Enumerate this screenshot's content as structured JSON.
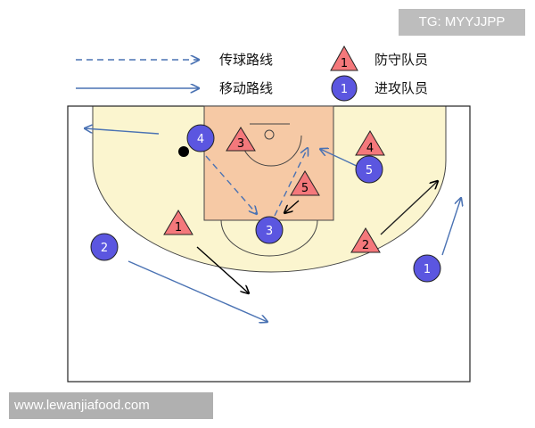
{
  "header_tag": "TG: MYYJJPP",
  "watermark": "www.lewanjiafood.com",
  "legend": {
    "pass_route": "传球路线",
    "move_route": "移动路线",
    "defender": "防守队员",
    "defender_symbol": "1",
    "attacker": "进攻队员",
    "attacker_symbol": "1"
  },
  "players": {
    "defenders": [
      {
        "label": "1"
      },
      {
        "label": "2"
      },
      {
        "label": "3"
      },
      {
        "label": "4"
      },
      {
        "label": "5"
      }
    ],
    "attackers": [
      {
        "label": "1"
      },
      {
        "label": "2"
      },
      {
        "label": "3"
      },
      {
        "label": "4"
      },
      {
        "label": "5"
      }
    ]
  },
  "colors": {
    "court_fill": "#fbf5cf",
    "paint_fill": "#f6c9a5",
    "defender_fill": "#f4787b",
    "attacker_fill": "#5b56e0",
    "route": "#4a72b3",
    "black_arrow": "#000000"
  }
}
